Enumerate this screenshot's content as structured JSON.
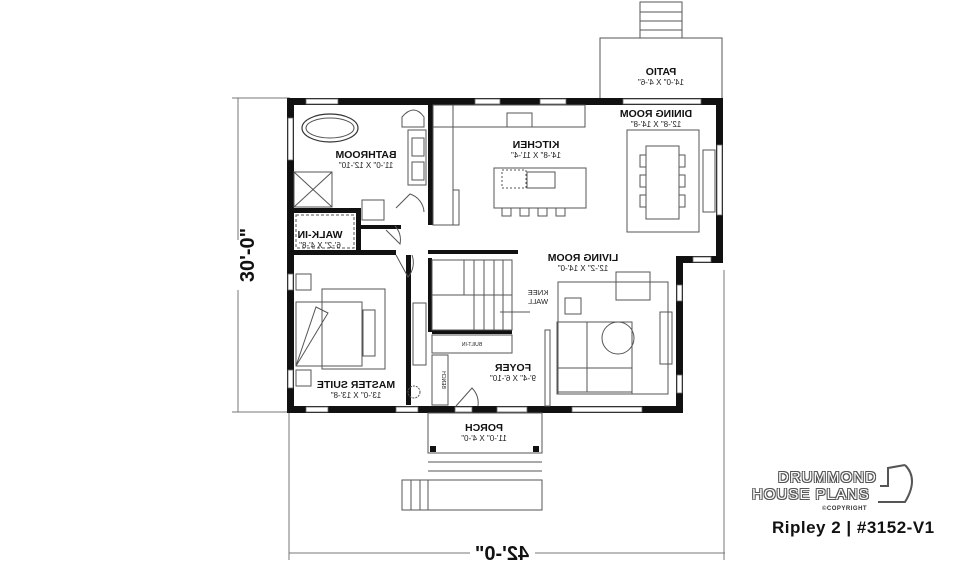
{
  "plan": {
    "orientation": "mirrored",
    "overall_dimensions": {
      "width": "42'-0\"",
      "depth": "30'-0\""
    },
    "rooms": [
      {
        "id": "patio",
        "name": "PATIO",
        "size": "14'-0\" X 4'-6\""
      },
      {
        "id": "dining",
        "name": "DINING ROOM",
        "size": "12'-8\" X 14'-8\""
      },
      {
        "id": "kitchen",
        "name": "KITCHEN",
        "size": "14'-8\" X 11'-4\""
      },
      {
        "id": "bathroom",
        "name": "BATHROOM",
        "size": "11'-0\" X 12'-10\""
      },
      {
        "id": "walkin",
        "name": "WALK-IN",
        "size": "6'-2\" X 4'-8\""
      },
      {
        "id": "living",
        "name": "LIVING ROOM",
        "size": "12'-2\" X 14'-0\""
      },
      {
        "id": "master",
        "name": "MASTER SUITE",
        "size": "13'-0\" X 13'-8\""
      },
      {
        "id": "foyer",
        "name": "FOYER",
        "size": "9'-4\" X 6'-10\""
      },
      {
        "id": "porch",
        "name": "PORCH",
        "size": "11'-0\" X 4'-0\""
      }
    ],
    "annotations": {
      "knee_wall_1": "KNEE",
      "knee_wall_2": "WALL",
      "built_in": "BUILT-IN",
      "bench": "BENCH"
    }
  },
  "branding": {
    "logo_line1": "DRUMMOND",
    "logo_line2": "HOUSE PLANS",
    "copyright": "©COPYRIGHT",
    "plan_title": "Ripley 2 | #3152-V1"
  }
}
